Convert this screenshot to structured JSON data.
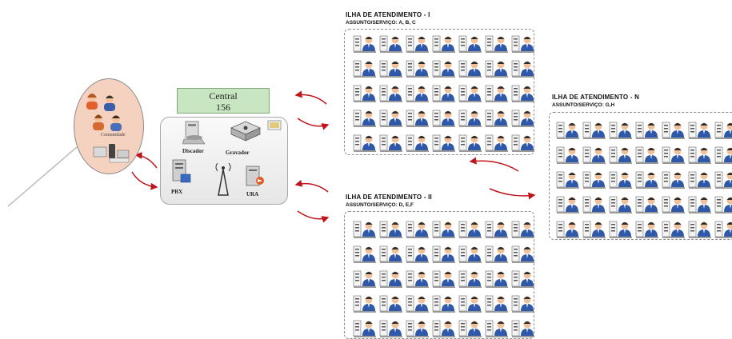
{
  "community": {
    "label": "Comunidade"
  },
  "central": {
    "title_line1": "Central",
    "title_line2": "156",
    "devices": {
      "discador": "Discador",
      "gravador": "Gravador",
      "pbx": "PBX",
      "ura": "URA"
    }
  },
  "islands": [
    {
      "title": "ILHA DE ATENDIMENTO - I",
      "subtitle": "ASSUNTO/SERVIÇO: A, B, C"
    },
    {
      "title": "ILHA DE ATENDIMENTO - II",
      "subtitle": "ASSUNTO/SERVIÇO: D, E,F"
    },
    {
      "title": "ILHA DE ATENDIMENTO - N",
      "subtitle": "ASSUNTO/SERVIÇO: G,H"
    }
  ],
  "colors": {
    "arrow": "#c0141b",
    "central_header": "#c9e6c2",
    "community": "#f5d2c0",
    "agent_shirt": "#2f58a8"
  }
}
